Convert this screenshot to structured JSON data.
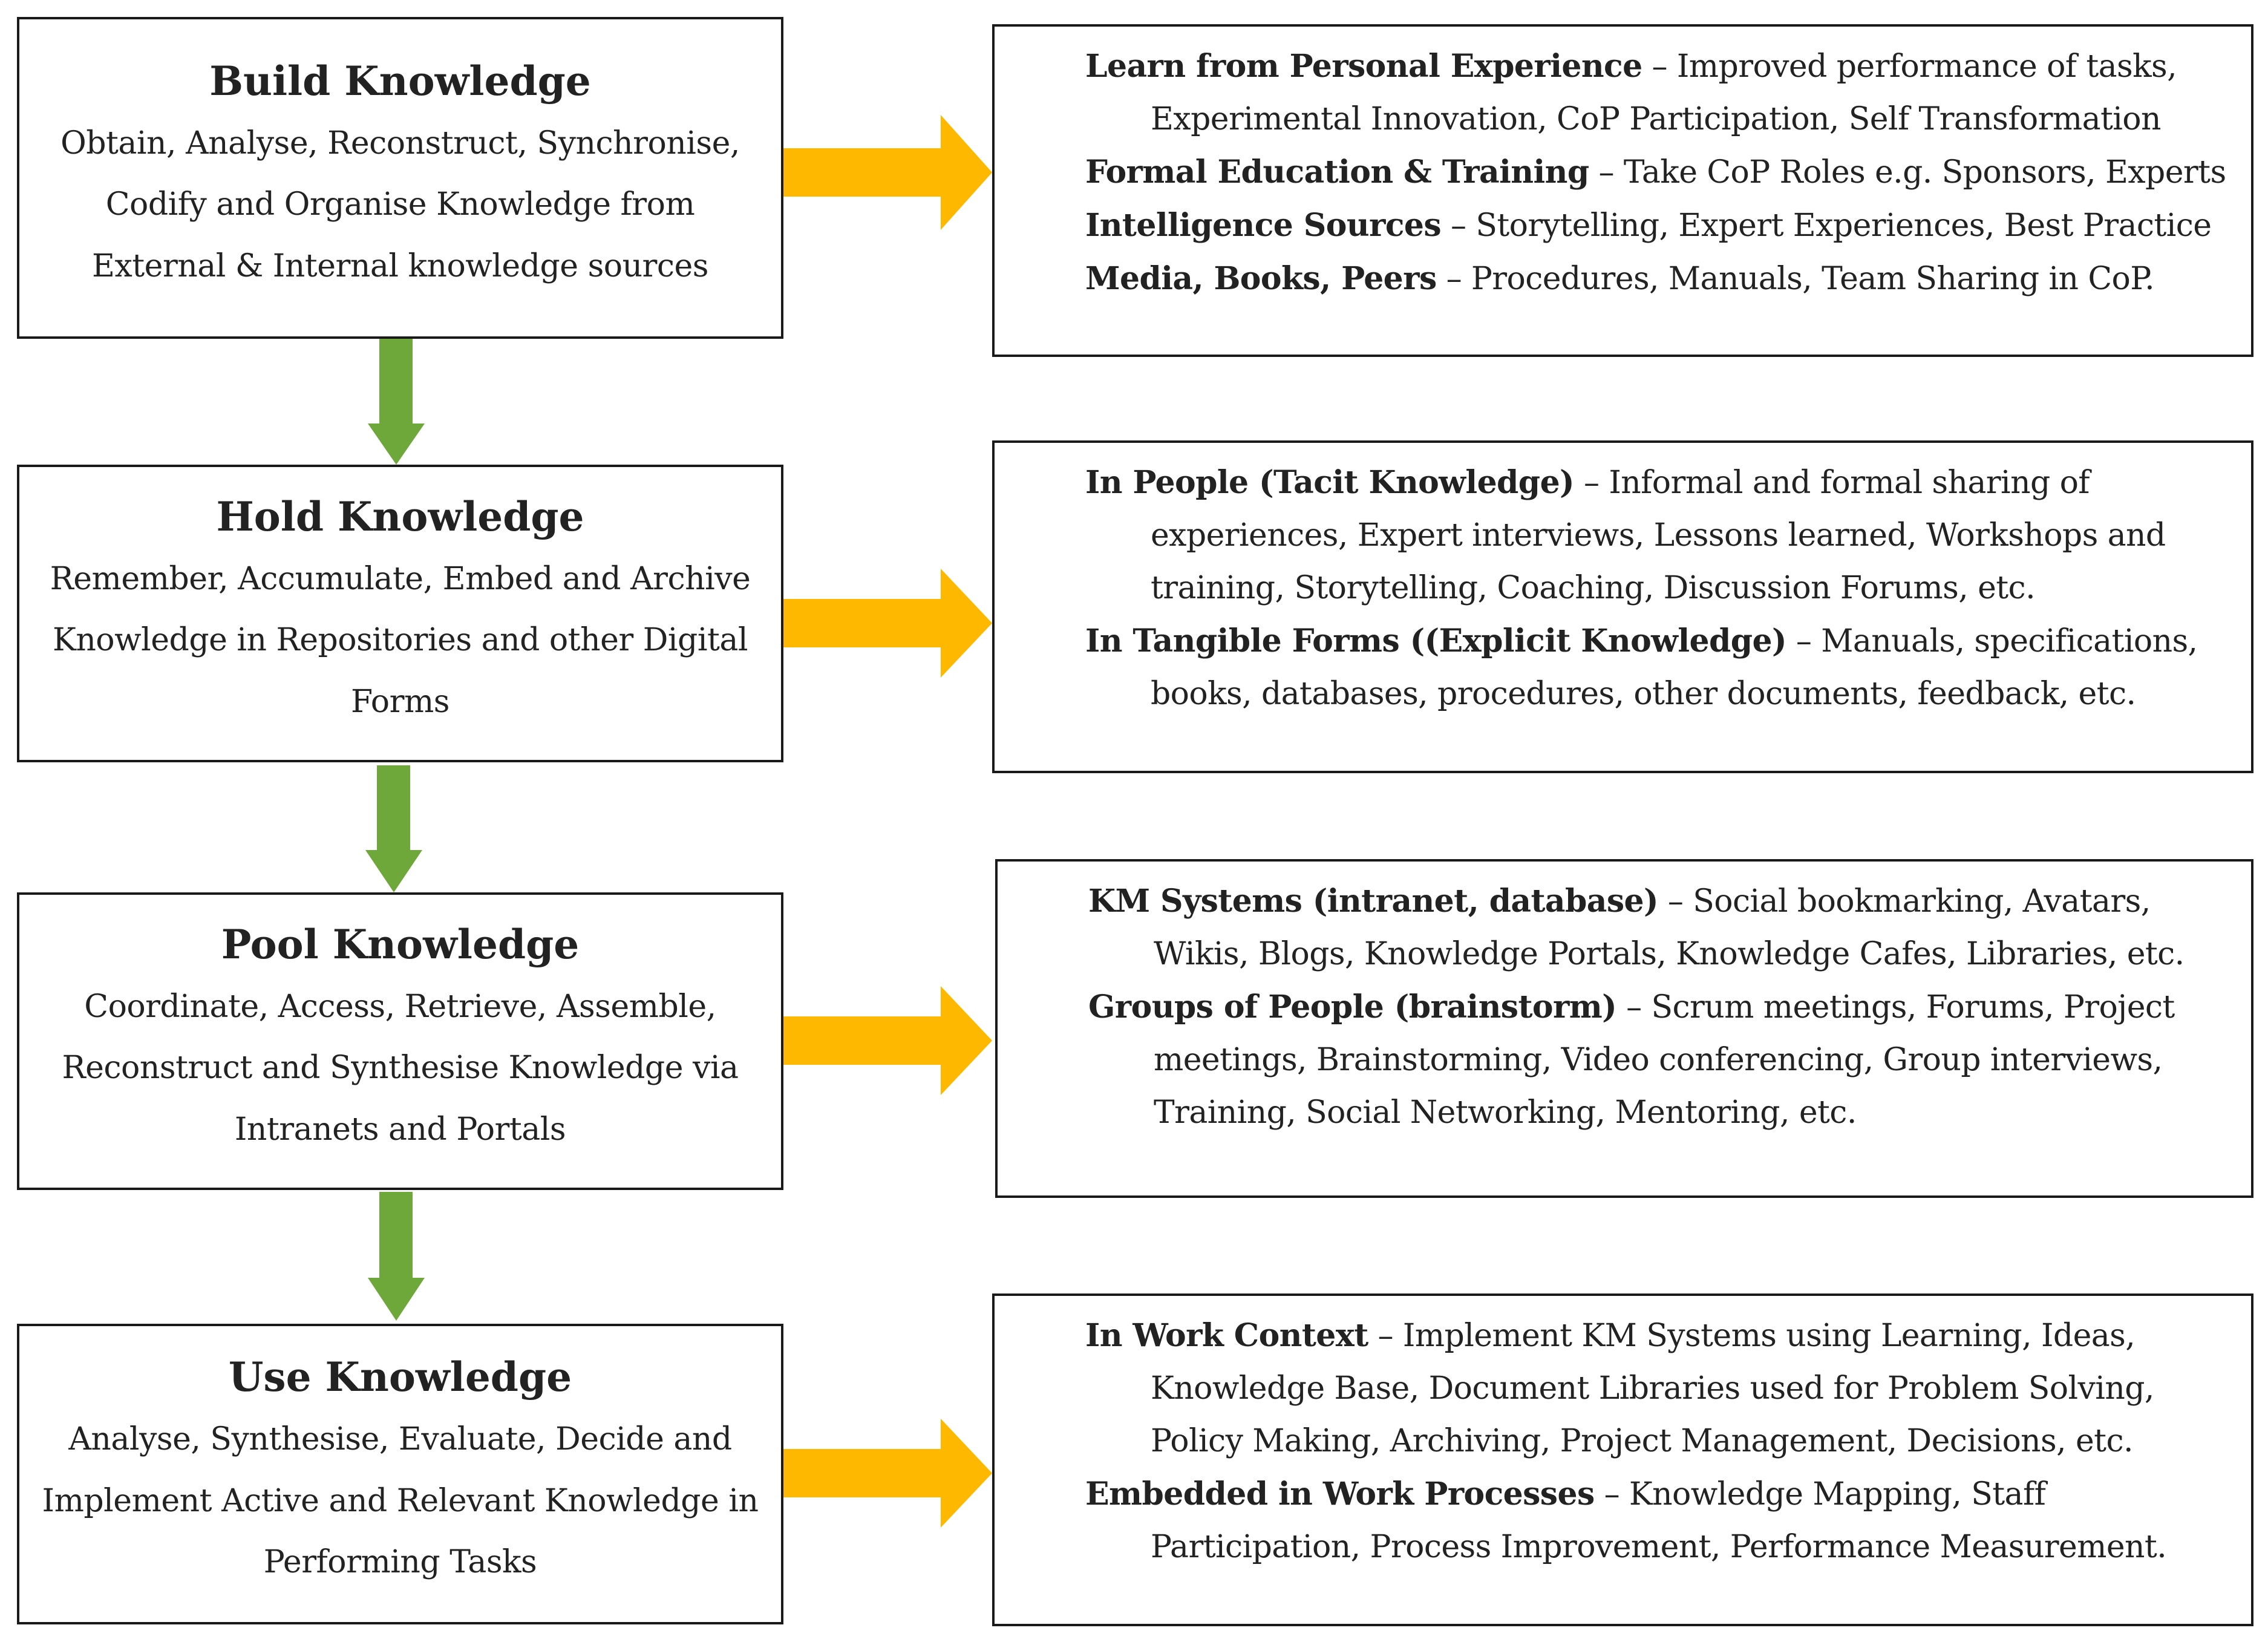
{
  "colors": {
    "box_border": "#1a1a1a",
    "right_arrow": "#FFB800",
    "down_arrow": "#6FA83A"
  },
  "stages": [
    {
      "title": "Build Knowledge",
      "description": "Obtain, Analyse, Reconstruct, Synchronise, Codify and Organise Knowledge from External & Internal knowledge sources",
      "details": [
        {
          "lead": "Learn from Personal Experience",
          "text": " – Improved performance of tasks, Experimental Innovation,  CoP Participation, Self Transformation"
        },
        {
          "lead": "Formal Education & Training",
          "text": " – Take CoP Roles e.g. Sponsors, Experts"
        },
        {
          "lead": "Intelligence Sources",
          "text": " – Storytelling, Expert Experiences, Best Practice"
        },
        {
          "lead": "Media, Books, Peers",
          "text": " – Procedures, Manuals,  Team Sharing in CoP."
        }
      ]
    },
    {
      "title": "Hold Knowledge",
      "description": "Remember, Accumulate, Embed and Archive Knowledge in Repositories and other Digital Forms",
      "details": [
        {
          "lead": "In People (Tacit Knowledge)",
          "text": " – Informal and formal sharing of experiences, Expert interviews, Lessons learned, Workshops and training, Storytelling, Coaching, Discussion Forums, etc."
        },
        {
          "lead": "In Tangible Forms ((Explicit Knowledge)",
          "text": " – Manuals, specifications, books, databases, procedures, other documents, feedback, etc."
        }
      ]
    },
    {
      "title": "Pool Knowledge",
      "description": "Coordinate, Access, Retrieve, Assemble, Reconstruct and Synthesise Knowledge via Intranets and Portals",
      "details": [
        {
          "lead": "KM Systems (intranet, database)",
          "text": " – Social bookmarking, Avatars, Wikis, Blogs, Knowledge Portals, Knowledge Cafes, Libraries, etc."
        },
        {
          "lead": "Groups of People (brainstorm)",
          "text": " – Scrum meetings, Forums, Project meetings, Brainstorming, Video conferencing,  Group interviews, Training, Social Networking, Mentoring, etc."
        }
      ]
    },
    {
      "title": "Use Knowledge",
      "description": "Analyse, Synthesise, Evaluate, Decide and Implement Active and Relevant Knowledge in Performing Tasks",
      "details": [
        {
          "lead": "In Work Context",
          "text": " – Implement KM Systems using Learning, Ideas, Knowledge Base, Document Libraries used for Problem Solving, Policy Making, Archiving, Project Management, Decisions, etc."
        },
        {
          "lead": "Embedded in Work Processes",
          "text": " – Knowledge Mapping, Staff Participation, Process Improvement, Performance Measurement."
        }
      ]
    }
  ]
}
